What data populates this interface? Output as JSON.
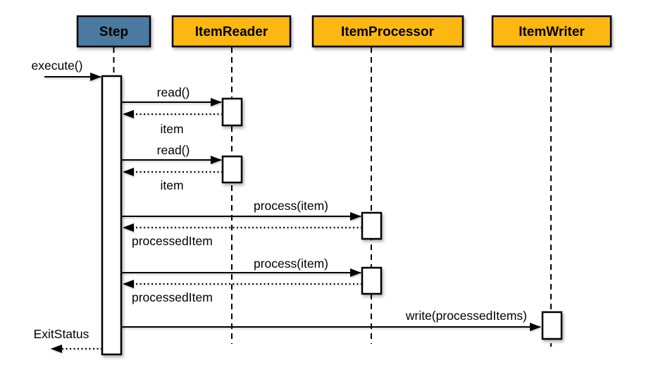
{
  "colors": {
    "step_fill": "#4a7a9f",
    "participant_fill": "#fcb712",
    "stroke": "#000000",
    "background": "#ffffff"
  },
  "participants": [
    {
      "label": "Step",
      "kind": "step"
    },
    {
      "label": "ItemReader",
      "kind": "component"
    },
    {
      "label": "ItemProcessor",
      "kind": "component"
    },
    {
      "label": "ItemWriter",
      "kind": "component"
    }
  ],
  "messages": [
    {
      "label": "execute()",
      "from": "caller",
      "to": "Step",
      "type": "call"
    },
    {
      "label": "read()",
      "from": "Step",
      "to": "ItemReader",
      "type": "call"
    },
    {
      "label": "item",
      "from": "ItemReader",
      "to": "Step",
      "type": "return"
    },
    {
      "label": "read()",
      "from": "Step",
      "to": "ItemReader",
      "type": "call"
    },
    {
      "label": "item",
      "from": "ItemReader",
      "to": "Step",
      "type": "return"
    },
    {
      "label": "process(item)",
      "from": "Step",
      "to": "ItemProcessor",
      "type": "call"
    },
    {
      "label": "processedItem",
      "from": "ItemProcessor",
      "to": "Step",
      "type": "return"
    },
    {
      "label": "process(item)",
      "from": "Step",
      "to": "ItemProcessor",
      "type": "call"
    },
    {
      "label": "processedItem",
      "from": "ItemProcessor",
      "to": "Step",
      "type": "return"
    },
    {
      "label": "write(processedItems)",
      "from": "Step",
      "to": "ItemWriter",
      "type": "call"
    },
    {
      "label": "ExitStatus",
      "from": "Step",
      "to": "caller",
      "type": "return"
    }
  ]
}
